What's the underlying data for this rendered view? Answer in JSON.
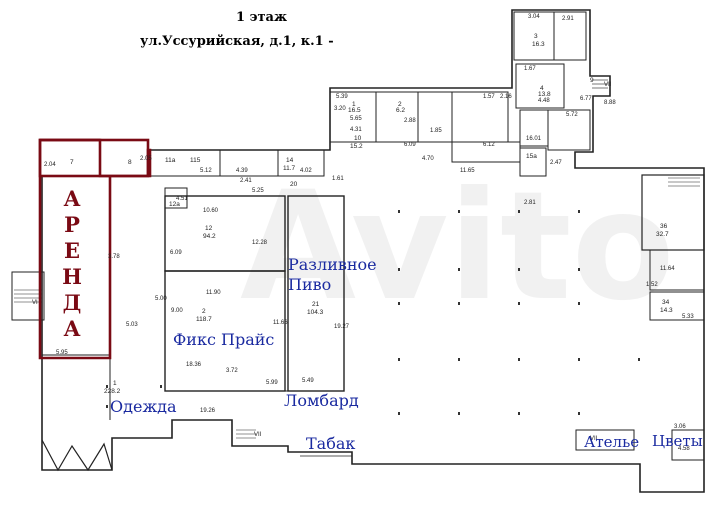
{
  "header": {
    "floor": "1 этаж",
    "address": "ул.Уссурийская, д.1, к.1 -"
  },
  "rent_label": [
    "А",
    "Р",
    "Е",
    "Н",
    "Д",
    "А"
  ],
  "tenants": {
    "beer": "Разливное\nПиво",
    "fix_price": "Фикс Прайс",
    "clothing": "Одежда",
    "pawnshop": "Ломбард",
    "tobacco": "Табак",
    "atelier": "Ателье",
    "flowers": "Цветы"
  },
  "watermark": "Avito",
  "rooms": {
    "r1": {
      "num": "1",
      "area": "228.2"
    },
    "r2": {
      "num": "2",
      "area": "118.7"
    },
    "r12": {
      "num": "12",
      "area": "94.2"
    },
    "r21": {
      "num": "21",
      "area": "104.3"
    },
    "r36": {
      "num": "36",
      "area": "32.7"
    },
    "r34": {
      "num": "34",
      "area": "14.3"
    },
    "r14": {
      "num": "14",
      "area": "11.7"
    },
    "r10": {
      "num": "10",
      "area": "15.2"
    },
    "r1n": {
      "num": "1",
      "area": "16.5"
    },
    "r2n": {
      "num": "2",
      "area": "6.2"
    },
    "r3n": {
      "num": "3",
      "area": "16.3"
    },
    "r4n": {
      "num": "4",
      "area": "13.8"
    },
    "r11a": {
      "num": "11а"
    },
    "r12a": {
      "num": "12а"
    },
    "r15a": {
      "num": "15а"
    },
    "r115": {
      "num": "115"
    },
    "r7": {
      "num": "7"
    },
    "r8": {
      "num": "8"
    },
    "r9": {
      "num": "9"
    },
    "r20": {
      "num": "20"
    }
  },
  "dims": {
    "d1": "5.39",
    "d2": "3.20",
    "d3": "5.65",
    "d4": "4.31",
    "d5": "2.88",
    "d6": "1.85",
    "d7": "6.09",
    "d8": "4.70",
    "d9": "1.57",
    "d10": "2.16",
    "d11": "6.12",
    "d12": "11.65",
    "d13": "3.04",
    "d14": "2.91",
    "d15": "1.67",
    "d16": "4.48",
    "d17": "6.77",
    "d18": "8.88",
    "d19": "5.72",
    "d20": "16.01",
    "d21": "2.81",
    "d22": "2.47",
    "d23": "5.12",
    "d24": "4.39",
    "d25": "2.41",
    "d26": "5.25",
    "d27": "4.02",
    "d28": "1.61",
    "d29": "4.51",
    "d30": "10.60",
    "d31": "6.09",
    "d32": "12.28",
    "d33": "11.90",
    "d34": "9.00",
    "d35": "5.00",
    "d36": "11.66",
    "d37": "19.27",
    "d38": "18.36",
    "d39": "3.72",
    "d40": "5.99",
    "d41": "5.49",
    "d42": "19.26",
    "d43": "5.95",
    "d44": "5.03",
    "d45": "3.78",
    "d46": "2.04",
    "d47": "2.05",
    "d48": "11.64",
    "d49": "1.52",
    "d50": "5.33",
    "d51": "3.06",
    "d52": "4.58",
    "d53": "VII",
    "d54": "VI",
    "d55": "VII",
    "d56": "VII"
  }
}
